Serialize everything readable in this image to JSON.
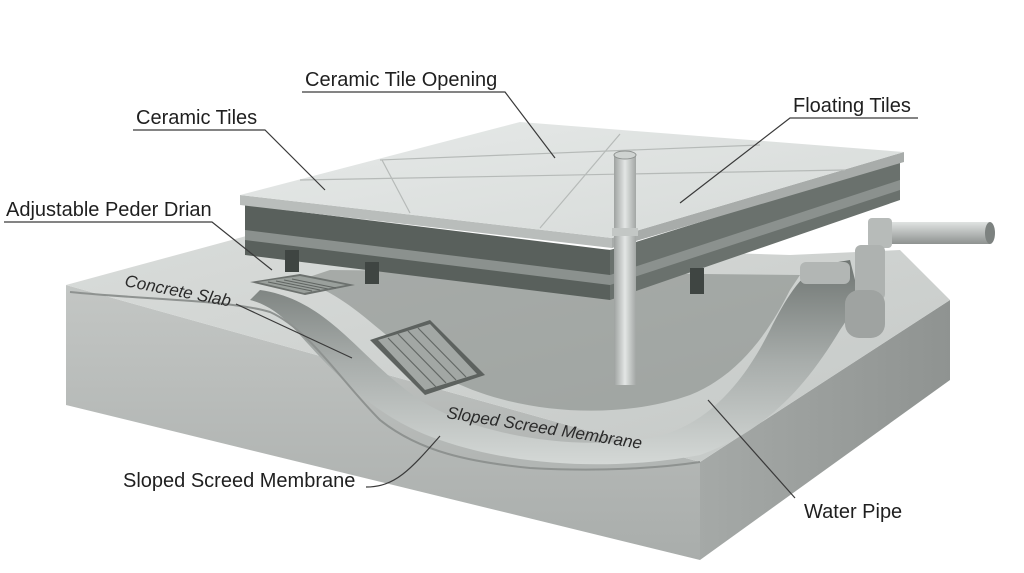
{
  "labels": {
    "ceramic_tile_opening": "Ceramic Tile Opening",
    "ceramic_tiles": "Ceramic Tiles",
    "floating_tiles": "Floating Tiles",
    "adjustable_drain": "Adjustable Peder Drian",
    "concrete_slab": "Concrete Slab",
    "sloped_screed_inner": "Sloped Screed Membrane",
    "sloped_screed_outer": "Sloped Screed Membrane",
    "water_pipe": "Water Pipe"
  },
  "colors": {
    "tile_top": "#e2e6e4",
    "tile_edge": "#c9cecc",
    "pedestal_layer": "#4f5552",
    "slab_light": "#d3d6d4",
    "slab_side": "#b9bcba",
    "basin_shadow": "#8a8f8c",
    "pipe": "#b5b9b7"
  }
}
